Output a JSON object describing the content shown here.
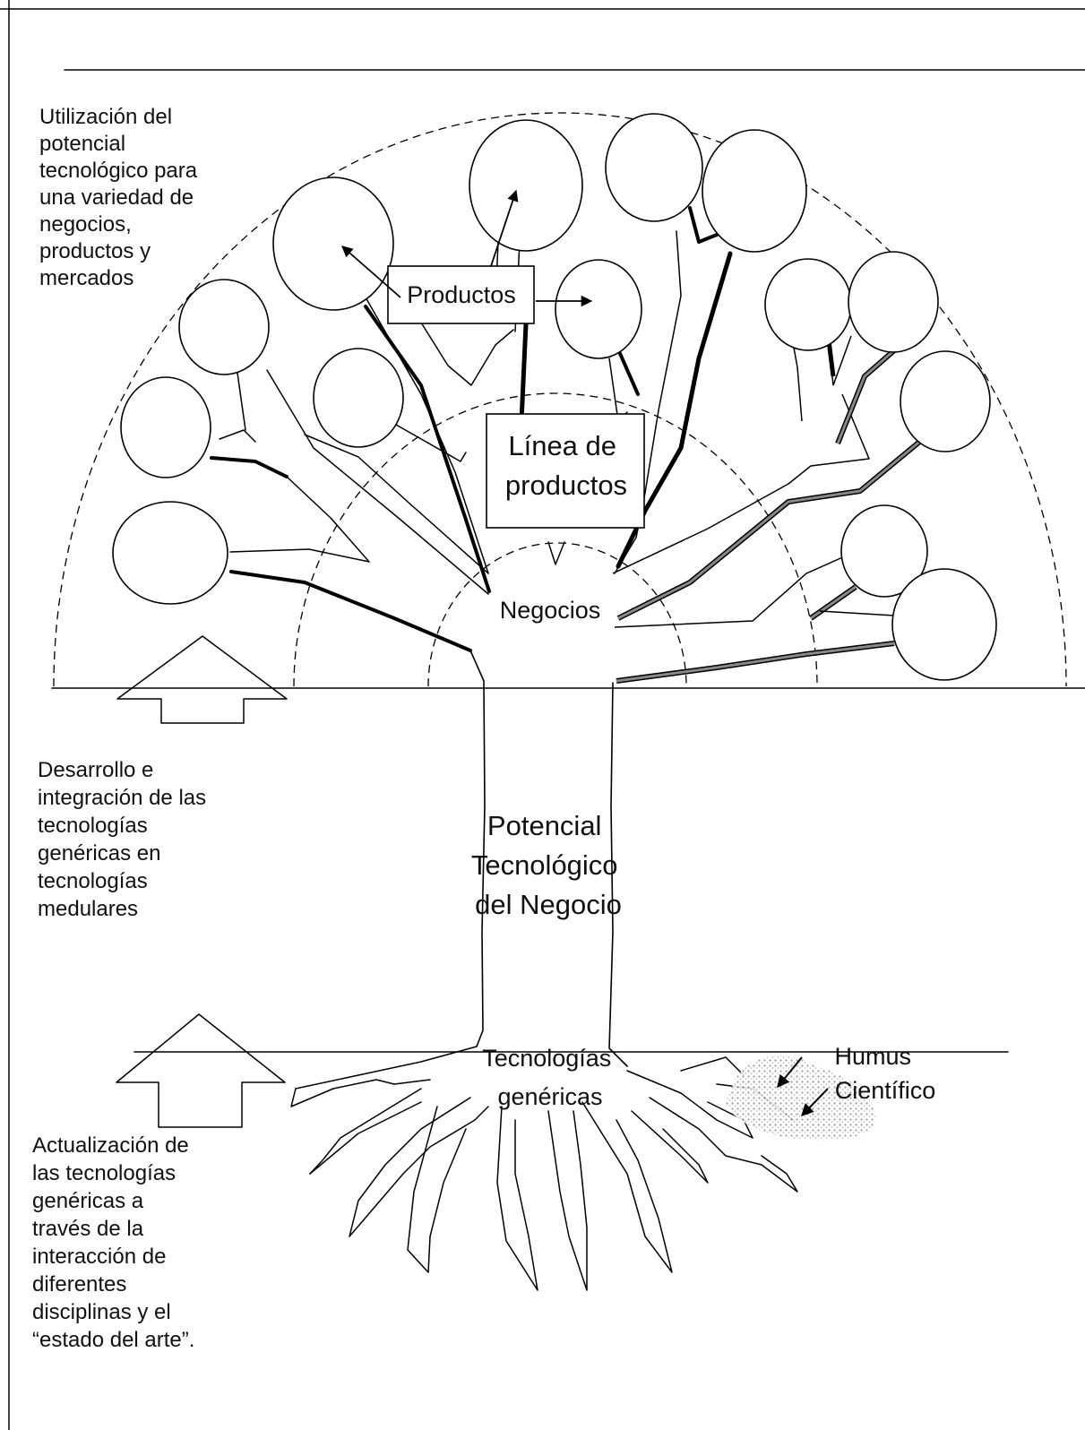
{
  "side_notes": {
    "top": [
      "Utilización del",
      "potencial",
      "tecnológico para",
      "una variedad de",
      "negocios,",
      "productos y",
      "mercados"
    ],
    "middle": [
      "Desarrollo e",
      "integración de las",
      "tecnologías",
      "genéricas en",
      "tecnologías",
      "medulares"
    ],
    "bottom": [
      "Actualización de",
      "las tecnologías",
      "genéricas a",
      "través de la",
      "interacción de",
      "diferentes",
      "disciplinas y el",
      "“estado del arte”."
    ]
  },
  "labels": {
    "productos": "Productos",
    "linea_productos": [
      "Línea de",
      "productos"
    ],
    "negocios": "Negocios",
    "trunk": [
      "Potencial",
      "Tecnológico",
      "del  Negocio"
    ],
    "roots": [
      "Tecnologías",
      "genéricas"
    ],
    "humus": [
      "Humus",
      "Científico"
    ]
  },
  "colors": {
    "line": "#000000",
    "double_branch": "#888888",
    "humus": "#9a9a9a"
  }
}
